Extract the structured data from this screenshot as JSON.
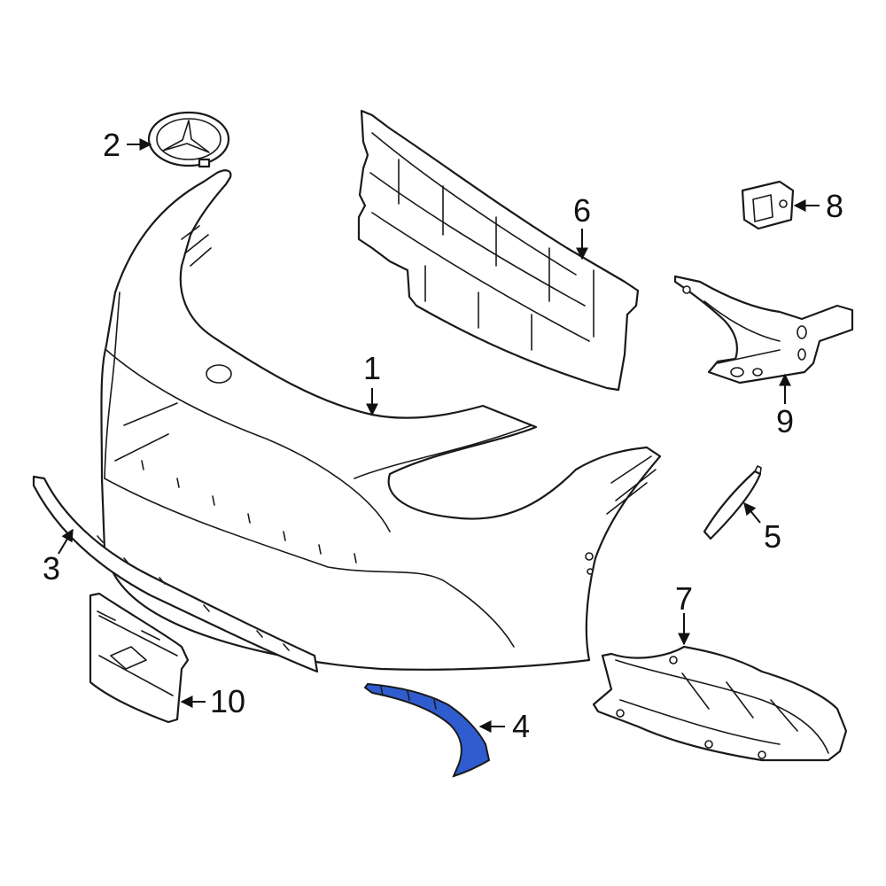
{
  "colors": {
    "line": "#1a1a1a",
    "highlight": "#2f5dcf",
    "background": "#ffffff"
  },
  "callouts": [
    {
      "id": "1",
      "label": "1"
    },
    {
      "id": "2",
      "label": "2"
    },
    {
      "id": "3",
      "label": "3"
    },
    {
      "id": "4",
      "label": "4"
    },
    {
      "id": "5",
      "label": "5"
    },
    {
      "id": "6",
      "label": "6"
    },
    {
      "id": "7",
      "label": "7"
    },
    {
      "id": "8",
      "label": "8"
    },
    {
      "id": "9",
      "label": "9"
    },
    {
      "id": "10",
      "label": "10"
    }
  ],
  "highlighted_part": "4"
}
